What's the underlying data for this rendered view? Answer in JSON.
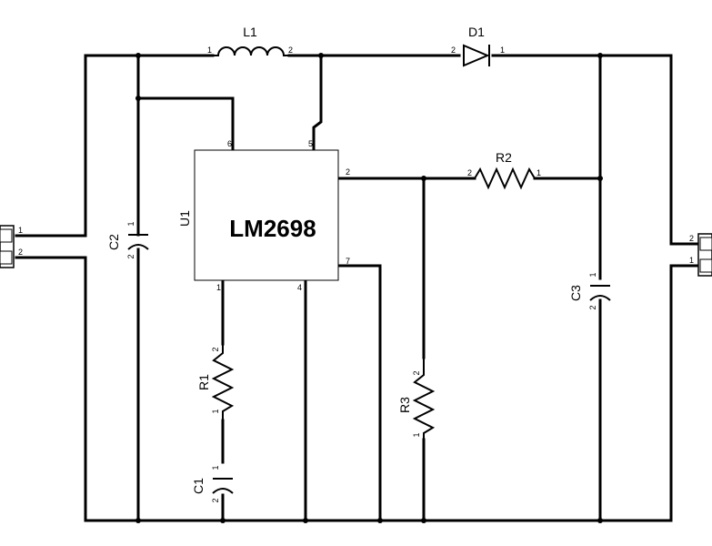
{
  "ic": {
    "ref": "U1",
    "part": "LM2698",
    "pins": [
      "1",
      "2",
      "4",
      "5",
      "6",
      "7"
    ]
  },
  "inductor": {
    "ref": "L1",
    "pin_a": "1",
    "pin_b": "2"
  },
  "diode": {
    "ref": "D1",
    "pin_a": "2",
    "pin_b": "1"
  },
  "r1": {
    "ref": "R1",
    "pin_top": "2",
    "pin_bot": "1"
  },
  "r2": {
    "ref": "R2",
    "pin_left": "2",
    "pin_right": "1"
  },
  "r3": {
    "ref": "R3",
    "pin_top": "2",
    "pin_bot": "1"
  },
  "c1": {
    "ref": "C1",
    "pin_top": "1",
    "pin_bot": "2"
  },
  "c2": {
    "ref": "C2",
    "pin_top": "1",
    "pin_bot": "2"
  },
  "c3": {
    "ref": "C3",
    "pin_top": "1",
    "pin_bot": "2"
  },
  "conn_in": {
    "pin_a": "1",
    "pin_b": "2"
  },
  "conn_out": {
    "pin_a": "2",
    "pin_b": "1"
  }
}
